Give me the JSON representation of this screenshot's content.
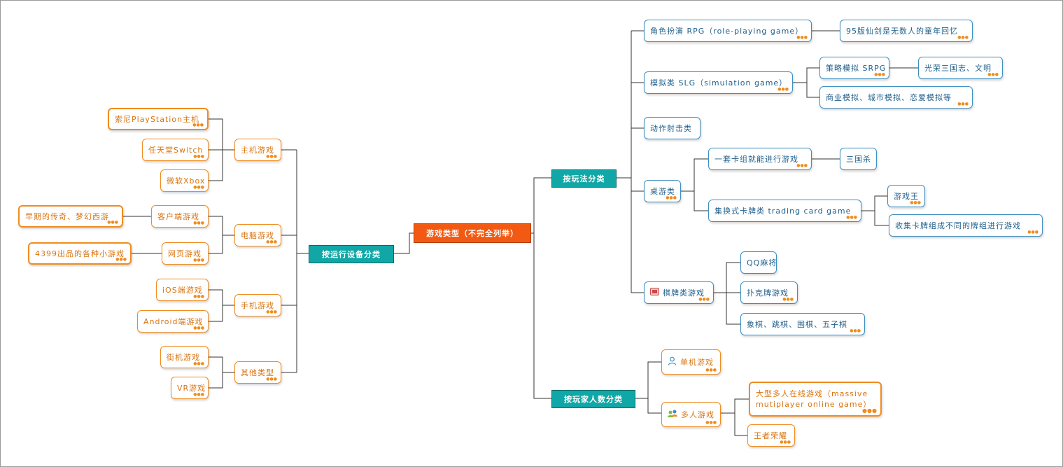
{
  "root": "游戏类型（不完全列举）",
  "device": {
    "label": "按运行设备分类",
    "console": {
      "label": "主机游戏",
      "items": [
        "索尼PlayStation主机",
        "任天堂Switch",
        "微软Xbox"
      ]
    },
    "pc": {
      "label": "电脑游戏",
      "client": "客户端游戏",
      "client_example": "早期的传奇、梦幻西游",
      "web": "网页游戏",
      "web_example": "4399出品的各种小游戏"
    },
    "mobile": {
      "label": "手机游戏",
      "items": [
        "iOS端游戏",
        "Android端游戏"
      ]
    },
    "other": {
      "label": "其他类型",
      "items": [
        "街机游戏",
        "VR游戏"
      ]
    }
  },
  "gameplay": {
    "label": "按玩法分类",
    "rpg": "角色扮演 RPG（role-playing game）",
    "rpg_example": "95版仙剑是无数人的童年回忆",
    "slg": "模拟类 SLG（simulation game）",
    "srpg": "策略模拟 SRPG",
    "srpg_example": "光荣三国志、文明",
    "business_sim": "商业模拟、城市模拟、恋爱模拟等",
    "action": "动作射击类",
    "board": "桌游类",
    "deck_game": "一套卡组就能进行游戏",
    "deck_example": "三国杀",
    "tcg": "集换式卡牌类 trading card game",
    "tcg_example": "游戏王",
    "tcg_desc": "收集卡牌组成不同的牌组进行游戏",
    "chess_cards": "棋牌类游戏",
    "chess_items": [
      "QQ麻将",
      "扑克牌游戏",
      "象棋、跳棋、围棋、五子棋"
    ]
  },
  "players": {
    "label": "按玩家人数分类",
    "single": "单机游戏",
    "multi": "多人游戏",
    "mmo": "大型多人在线游戏（massive mutiplayer online game）",
    "honor": "王者荣耀"
  },
  "colors": {
    "root": "#f25a13",
    "category": "#11a7a7",
    "orange_border": "#f08c1e",
    "blue_border": "#3f8fc0",
    "line": "#333333"
  },
  "icons": {
    "single": "person-icon",
    "multi": "group-icon",
    "chess_cards": "mahjong-icon",
    "dots": "ellipsis-icon"
  }
}
